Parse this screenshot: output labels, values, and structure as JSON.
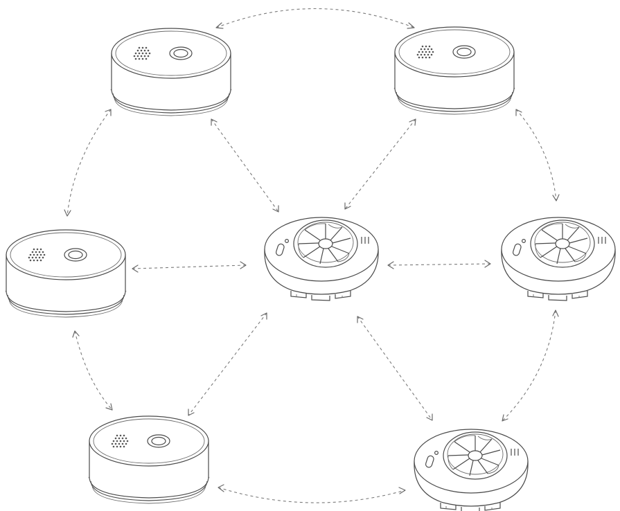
{
  "diagram": {
    "devices": [
      {
        "id": "smoke-top-left",
        "type": "smoke-detector",
        "icon": "smoke-detector-icon"
      },
      {
        "id": "smoke-top-right",
        "type": "smoke-detector",
        "icon": "smoke-detector-icon"
      },
      {
        "id": "smoke-mid-left",
        "type": "smoke-detector",
        "icon": "smoke-detector-icon"
      },
      {
        "id": "heat-center",
        "type": "heat-detector",
        "icon": "heat-detector-icon"
      },
      {
        "id": "heat-mid-right",
        "type": "heat-detector",
        "icon": "heat-detector-icon"
      },
      {
        "id": "smoke-bottom-left",
        "type": "smoke-detector",
        "icon": "smoke-detector-icon"
      },
      {
        "id": "heat-bottom-right",
        "type": "heat-detector",
        "icon": "heat-detector-icon"
      }
    ],
    "links": [
      {
        "from": "smoke-top-left",
        "to": "smoke-top-right",
        "style": "dashed",
        "arrows": "both"
      },
      {
        "from": "smoke-top-left",
        "to": "smoke-mid-left",
        "style": "dashed",
        "arrows": "both"
      },
      {
        "from": "smoke-top-left",
        "to": "heat-center",
        "style": "dashed",
        "arrows": "both"
      },
      {
        "from": "smoke-top-right",
        "to": "heat-center",
        "style": "dashed",
        "arrows": "both"
      },
      {
        "from": "smoke-top-right",
        "to": "heat-mid-right",
        "style": "dashed",
        "arrows": "both"
      },
      {
        "from": "smoke-mid-left",
        "to": "heat-center",
        "style": "dashed",
        "arrows": "both"
      },
      {
        "from": "heat-center",
        "to": "heat-mid-right",
        "style": "dashed",
        "arrows": "both"
      },
      {
        "from": "smoke-mid-left",
        "to": "smoke-bottom-left",
        "style": "dashed",
        "arrows": "both"
      },
      {
        "from": "heat-center",
        "to": "smoke-bottom-left",
        "style": "dashed",
        "arrows": "both"
      },
      {
        "from": "heat-center",
        "to": "heat-bottom-right",
        "style": "dashed",
        "arrows": "both"
      },
      {
        "from": "heat-mid-right",
        "to": "heat-bottom-right",
        "style": "dashed",
        "arrows": "both"
      },
      {
        "from": "smoke-bottom-left",
        "to": "heat-bottom-right",
        "style": "dashed",
        "arrows": "both"
      }
    ],
    "colors": {
      "line": "#7a7a7a",
      "outline": "#4a4a4a",
      "background": "#ffffff"
    }
  }
}
